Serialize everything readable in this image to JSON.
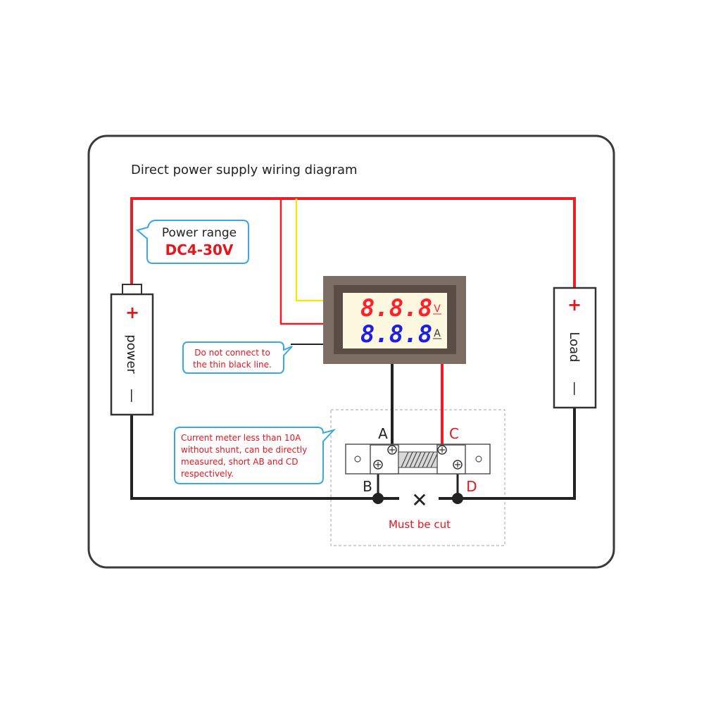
{
  "diagram": {
    "title": "Direct power supply wiring diagram",
    "callouts": {
      "power_range": {
        "line1": "Power range",
        "line2": "DC4-30V"
      },
      "thin_line": {
        "line1": "Do not connect to",
        "line2": "the thin black line."
      },
      "current": {
        "line1": "Current meter less than 10A",
        "line2": "without shunt, can be directly",
        "line3": "measured, short AB and CD",
        "line4": "respectively."
      }
    },
    "power_supply": {
      "label": "power",
      "plus": "+",
      "minus": "—"
    },
    "load": {
      "label": "Load",
      "plus": "+",
      "minus": "—"
    },
    "meter": {
      "top_digits": "8.8.8",
      "top_unit": "V",
      "bottom_digits": "8.8.8",
      "bottom_unit": "A"
    },
    "shunt": {
      "terminals": {
        "a": "A",
        "b": "B",
        "c": "C",
        "d": "D"
      },
      "cut_mark": "✕",
      "cut_note": "Must be cut"
    },
    "colors": {
      "red_wire": "#ee1c25",
      "yellow_wire": "#f5e22a",
      "black_wire": "#222222",
      "callout_border": "#3aa7e0",
      "accent_red": "#e8141c",
      "digit_red": "#ff1f2d",
      "digit_blue": "#1d1fe8",
      "frame": "#3a3a3a",
      "meter_bezel": "#7b6e64",
      "meter_face": "#fdf9e1"
    }
  }
}
